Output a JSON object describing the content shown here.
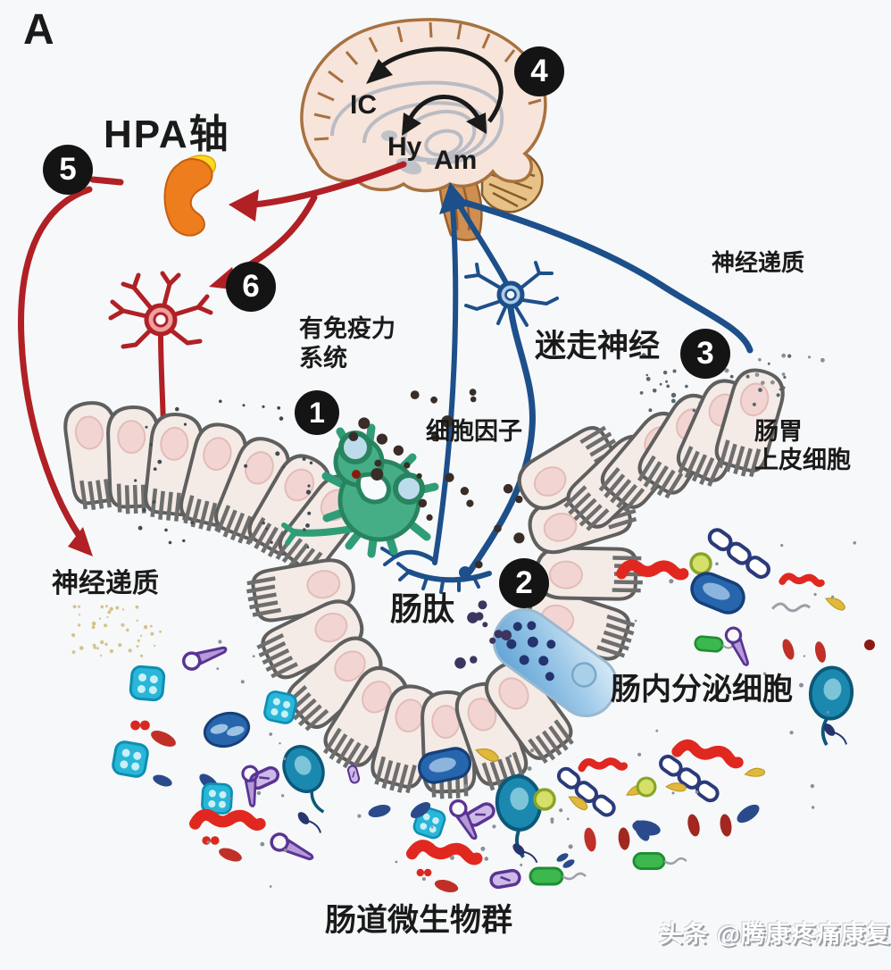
{
  "panel": {
    "label": "A"
  },
  "brain": {
    "regions": [
      {
        "label": "IC"
      },
      {
        "label": "Hy"
      },
      {
        "label": "Am"
      }
    ]
  },
  "markers": [
    "1",
    "2",
    "3",
    "4",
    "5",
    "6"
  ],
  "labels": {
    "hpa_axis": "HPA轴",
    "neurotransmitters_top": "神经递质",
    "vagus_nerve": "迷走神经",
    "immune_system_line1": "有免疫力",
    "immune_system_line2": "系统",
    "cytokines": "细胞因子",
    "epithelium_line1": "肠胃",
    "epithelium_line2": "上皮细胞",
    "neurotransmitters_left": "神经递质",
    "gut_peptides": "肠肽",
    "enteroendocrine_cells": "肠内分泌细胞",
    "gut_microbiota": "肠道微生物群"
  },
  "watermark": {
    "text": "头条 @腾康疼痛康复"
  },
  "colors": {
    "red_pathway": "#b02025",
    "blue_pathway": "#1d4f8a",
    "marker_bg": "#141414",
    "adrenal_orange": "#ed7d1d",
    "adrenal_yellow": "#ffd91e",
    "immune_cell_green": "#46ae86",
    "endocrine_cell_blue": "#5a9fd4",
    "brain_fill": "#f7e4da",
    "brain_outline": "#a8713f"
  }
}
